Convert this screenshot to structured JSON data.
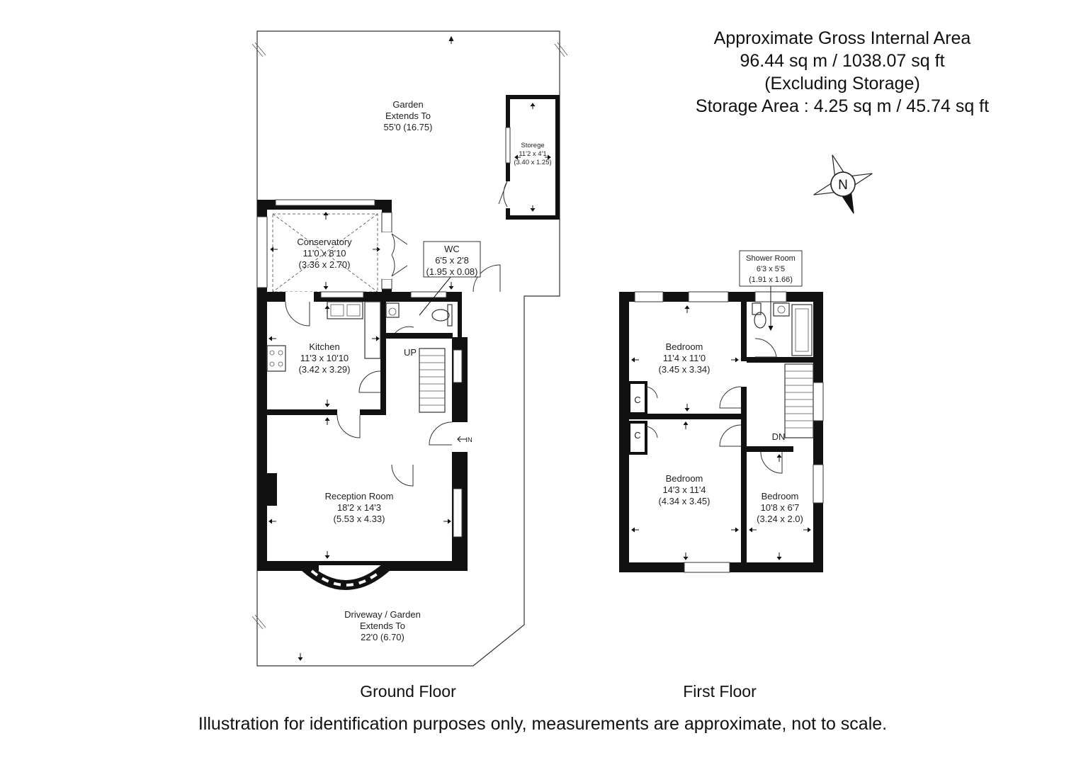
{
  "area_info": {
    "line1": "Approximate Gross Internal Area",
    "line2": "96.44 sq m / 1038.07 sq ft",
    "line3": "(Excluding Storage)",
    "line4": "Storage Area : 4.25 sq m / 45.74 sq ft"
  },
  "compass": {
    "letter": "N"
  },
  "ground_floor": {
    "label": "Ground Floor",
    "garden": {
      "name": "Garden",
      "line2": "Extends To",
      "dims": "55'0 (16.75)"
    },
    "storage": {
      "name": "Storege",
      "dims_ft": "11'2 x 4'1",
      "dims_m": "(3.40 x 1.25)"
    },
    "conservatory": {
      "name": "Conservatory",
      "dims_ft": "11'0 x 8'10",
      "dims_m": "(3.36 x 2.70)"
    },
    "wc": {
      "name": "WC",
      "dims_ft": "6'5 x 2'8",
      "dims_m": "(1.95 x 0.08)"
    },
    "kitchen": {
      "name": "Kitchen",
      "dims_ft": "11'3 x 10'10",
      "dims_m": "(3.42 x 3.29)"
    },
    "stairs_label": "UP",
    "entrance_label": "IN",
    "reception": {
      "name": "Reception Room",
      "dims_ft": "18'2 x 14'3",
      "dims_m": "(5.53 x 4.33)"
    },
    "driveway": {
      "name": "Driveway / Garden",
      "line2": "Extends To",
      "dims": "22'0 (6.70)"
    }
  },
  "first_floor": {
    "label": "First Floor",
    "shower": {
      "name": "Shower Room",
      "dims_ft": "6'3 x 5'5",
      "dims_m": "(1.91 x 1.66)"
    },
    "bedroom1": {
      "name": "Bedroom",
      "dims_ft": "11'4 x 11'0",
      "dims_m": "(3.45 x 3.34)"
    },
    "bedroom2": {
      "name": "Bedroom",
      "dims_ft": "14'3 x 11'4",
      "dims_m": "(4.34 x 3.45)"
    },
    "bedroom3": {
      "name": "Bedroom",
      "dims_ft": "10'8 x 6'7",
      "dims_m": "(3.24 x 2.0)"
    },
    "cupboard_label": "C",
    "stairs_label": "DN"
  },
  "disclaimer": "Illustration for identification purposes only, measurements are approximate, not to scale."
}
